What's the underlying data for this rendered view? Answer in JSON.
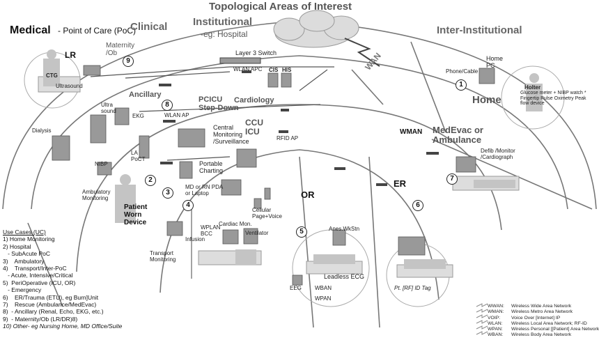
{
  "title": "Topological Areas of Interest",
  "zones": {
    "medical_bold": "Medical",
    "medical_rest": "- Point of Care (PoC)",
    "clinical": "Clinical",
    "institutional": "Institutional",
    "institutional_sub": "-eg: Hospital",
    "inter_institutional": "Inter-Institutional",
    "wan": "WAN"
  },
  "areas": {
    "lr": "LR",
    "maternity": "Maternity /Ob",
    "ancillary": "Ancillary",
    "pcicu": "PCICU Step-Down",
    "cardiology": "Cardiology",
    "ccu": "CCU ICU",
    "or": "OR",
    "er": "ER",
    "home": "Home",
    "medevac": "MedEvac or Ambulance"
  },
  "labels": {
    "layer3": "Layer 3 Switch",
    "wlan_apc": "WLAN APC",
    "cis": "CIS",
    "his": "HIS",
    "ctg": "CTG",
    "ultrasound": "Ultrasound",
    "ultra_sound": "Ultra sound",
    "ekg": "EKG",
    "wlan_ap": "WLAN AP",
    "dialysis": "Dialysis",
    "la_poct": "LA PoCT",
    "central": "Central Monitoring /Surveillance",
    "portable": "Portable Charting",
    "rfid_ap": "RFID AP",
    "nibp": "NIBP",
    "ambulatory": "Ambulatory Monitoring",
    "md_rn": "MD or RN PDA or Laptop",
    "cellular": "Cellular Page+Voice",
    "patient_worn": "Patient Worn Device",
    "wplan_bcc": "WPLAN BCC",
    "cardiac_mon": "Cardiac Mon.",
    "ventilator": "Ventilator",
    "infusion": "Infusion",
    "transport": "Transport Monitoring",
    "anes": "Anes.WkStn",
    "eeg": "EEG",
    "wban": "WBAN",
    "wpan": "WPAN",
    "leadless": "Leadless ECG",
    "pt_tag": "Pt. [RF] ID Tag",
    "wman": "WMAN",
    "defib": "Defib /Monitor /Cardiograph",
    "phone": "Phone/Cable",
    "home_pc": "Home PC",
    "holter": "Holter",
    "home_devices": "Glucose meter + NIBP watch * Fingertip Pulse Oximetry Peak flow device"
  },
  "circle_numbers": [
    "9",
    "8",
    "2",
    "3",
    "4",
    "5",
    "6",
    "7",
    "1"
  ],
  "use_cases": {
    "title": "Use Cases (UC)",
    "items": [
      "1) Home Monitoring",
      "2) Hospital",
      "   - SubAcute PoC",
      "3)    Ambulatory",
      "4)    Transport/Inter-PoC",
      "   - Acute, Intensive/Critical",
      "5)  PeriOperative (ICU, OR)",
      "   - Emergency",
      "6)    ER/Trauma (ETU), eg Burn]Unit",
      "7)    Rescue (Ambulance/MedEvac)",
      "8)  - Ancillary (Renal, Echo, EKG, etc.)",
      "9)  - Maternity/Ob (LR/DR)8)",
      "10) Other- eg Nursing Home, MD Office/Suite"
    ]
  },
  "legend": [
    {
      "sym": "WWAN:",
      "text": "Wireless Wide Area Network"
    },
    {
      "sym": "WMAN:",
      "text": "Wireless Metro Area Network"
    },
    {
      "sym": "VOIP:",
      "text": "Voice Over [Internet] IP"
    },
    {
      "sym": "WLAN:",
      "text": "Wireless Local Area Network; RF-ID"
    },
    {
      "sym": "WPAN:",
      "text": "Wireless Personal [[Patient] Area Network"
    },
    {
      "sym": "WBAN:",
      "text": "Wireless Body Area Network"
    }
  ]
}
